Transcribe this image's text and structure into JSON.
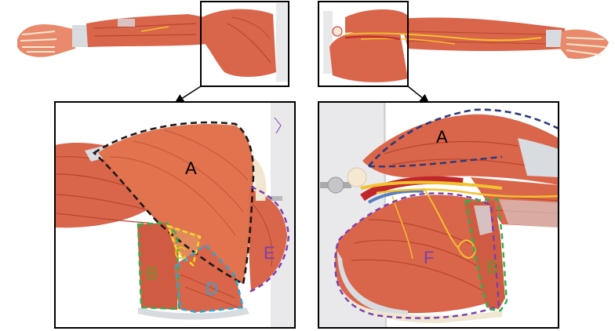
{
  "labels": {
    "left": [
      {
        "id": "A",
        "text": "A",
        "color": "#000000"
      },
      {
        "id": "B",
        "text": "B",
        "color": "#6f8f2a"
      },
      {
        "id": "C",
        "text": "C",
        "color": "#e3c21a"
      },
      {
        "id": "D",
        "text": "D",
        "color": "#2aa6d8"
      },
      {
        "id": "E",
        "text": "E",
        "color": "#7a3fb0"
      }
    ],
    "right": [
      {
        "id": "A",
        "text": "A",
        "color": "#000000"
      },
      {
        "id": "F",
        "text": "F",
        "color": "#7a3fb0"
      },
      {
        "id": "B",
        "text": "B",
        "color": "#6f8f2a"
      }
    ]
  },
  "outline_colors": {
    "A": "#1a1a1a",
    "B": "#2bb24c",
    "C": "#f2e01e",
    "D": "#2aa6d8",
    "E": "#7a3fb0",
    "F": "#7a3fb0"
  },
  "muscle_colors": {
    "muscle": "#d9654a",
    "muscle_light": "#e98a6d",
    "muscle_dark": "#b9452f",
    "tendon": "#d8dbe0",
    "nerve": "#f2c12e",
    "artery": "#c0262b",
    "stand": "#e9e9ec"
  }
}
